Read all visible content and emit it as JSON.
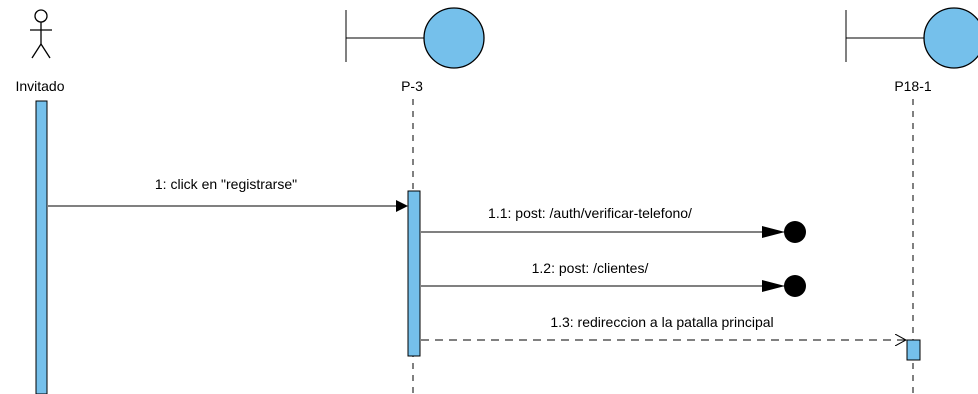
{
  "participants": {
    "actor": {
      "label": "Invitado",
      "icon": "actor-icon"
    },
    "p3": {
      "label": "P-3",
      "icon": "boundary-icon"
    },
    "p18": {
      "label": "P18-1",
      "icon": "boundary-icon"
    }
  },
  "messages": [
    {
      "number": "1",
      "label": "1: click en \"registrarse\"",
      "from": "Invitado",
      "to": "P-3",
      "kind": "synchronous"
    },
    {
      "number": "1.1",
      "label": "1.1: post: /auth/verificar-telefono/",
      "from": "P-3",
      "to": "lost",
      "kind": "lost"
    },
    {
      "number": "1.2",
      "label": "1.2: post: /clientes/",
      "from": "P-3",
      "to": "lost",
      "kind": "lost"
    },
    {
      "number": "1.3",
      "label": "1.3: redireccion a la patalla principal",
      "from": "P-3",
      "to": "P18-1",
      "kind": "return"
    }
  ],
  "colors": {
    "activation_fill": "#75c0eb",
    "line": "#000000",
    "background": "#ffffff"
  }
}
